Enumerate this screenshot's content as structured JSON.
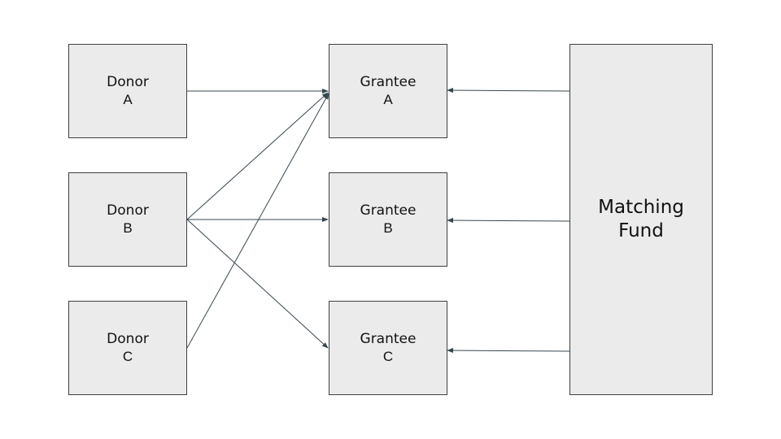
{
  "donors": [
    {
      "title": "Donor",
      "letter": "A"
    },
    {
      "title": "Donor",
      "letter": "B"
    },
    {
      "title": "Donor",
      "letter": "C"
    }
  ],
  "grantees": [
    {
      "title": "Grantee",
      "letter": "A"
    },
    {
      "title": "Grantee",
      "letter": "B"
    },
    {
      "title": "Grantee",
      "letter": "C"
    }
  ],
  "matching_fund": {
    "line1": "Matching",
    "line2": "Fund"
  },
  "edges": [
    {
      "from": "Donor A",
      "to": "Grantee A"
    },
    {
      "from": "Donor B",
      "to": "Grantee A"
    },
    {
      "from": "Donor B",
      "to": "Grantee B"
    },
    {
      "from": "Donor B",
      "to": "Grantee C"
    },
    {
      "from": "Donor C",
      "to": "Grantee A"
    },
    {
      "from": "Matching Fund",
      "to": "Grantee A"
    },
    {
      "from": "Matching Fund",
      "to": "Grantee B"
    },
    {
      "from": "Matching Fund",
      "to": "Grantee C"
    }
  ],
  "colors": {
    "box_fill": "#ebebeb",
    "box_border": "#404040",
    "arrow": "#37474f"
  }
}
